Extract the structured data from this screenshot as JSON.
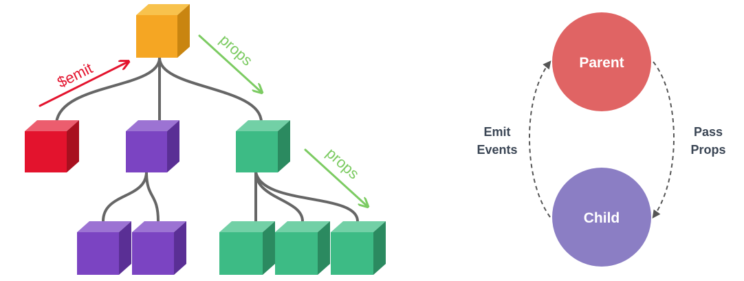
{
  "left_tree": {
    "emit_label": "$emit",
    "props_label_top": "props",
    "props_label_right": "props",
    "colors": {
      "root": "#f5a623",
      "red": "#e3132d",
      "purple": "#7b44c2",
      "green": "#3dbb85",
      "edge": "#666666",
      "emit_arrow": "#e3132d",
      "props_arrow": "#7ccb62"
    }
  },
  "right_cycle": {
    "parent_label": "Parent",
    "child_label": "Child",
    "emit_line1": "Emit",
    "emit_line2": "Events",
    "pass_line1": "Pass",
    "pass_line2": "Props",
    "colors": {
      "parent": "#e06464",
      "child": "#8b7ec4",
      "text": "#3a4554",
      "dash": "#555555"
    }
  }
}
